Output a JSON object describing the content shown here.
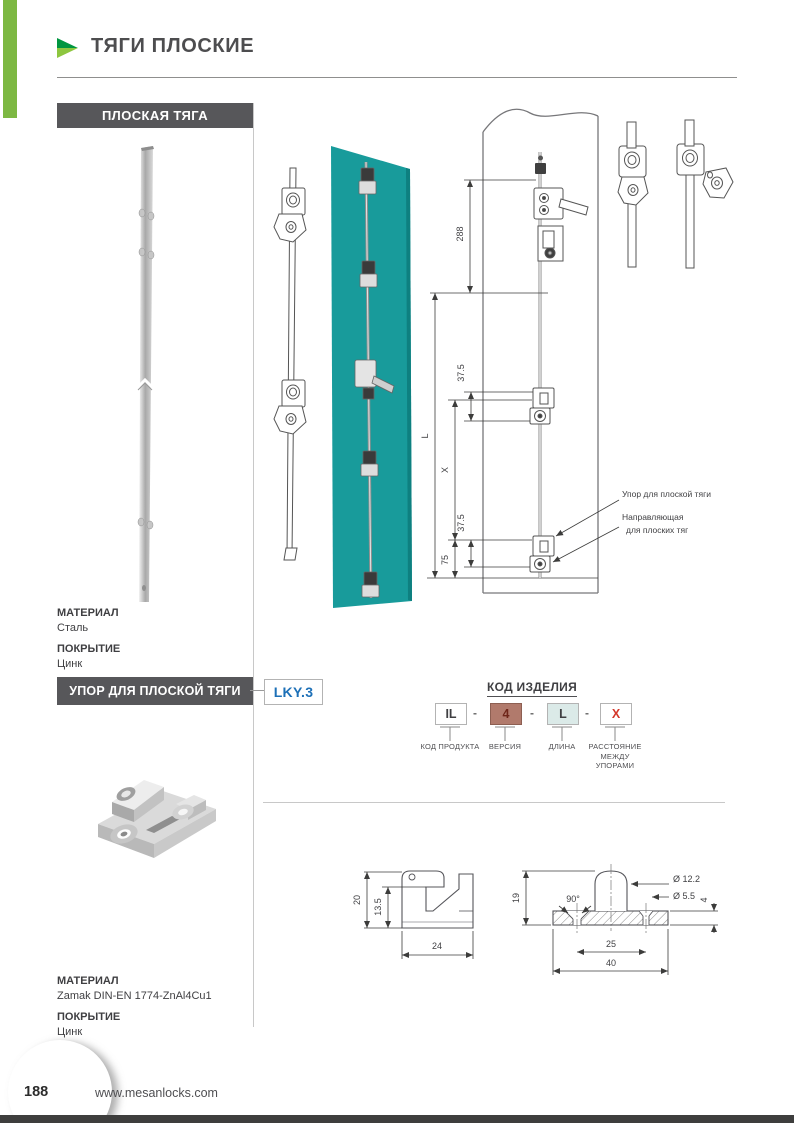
{
  "header": {
    "title": "ТЯГИ ПЛОСКИЕ"
  },
  "left_column": {
    "flat_rod": {
      "banner": "ПЛОСКАЯ ТЯГА",
      "material_label": "МАТЕРИАЛ",
      "material": "Сталь",
      "coating_label": "ПОКРЫТИЕ",
      "coating": "Цинк"
    },
    "stop": {
      "banner": "УПОР ДЛЯ ПЛОСКОЙ ТЯГИ",
      "code": "LKY.3",
      "material_label": "МАТЕРИАЛ",
      "material": "Zamak DIN-EN 1774-ZnAl4Cu1",
      "coating_label": "ПОКРЫТИЕ",
      "coating": "Цинк"
    }
  },
  "assembly_drawing": {
    "dim_288": "288",
    "dim_37_5_top": "37.5",
    "dim_L": "L",
    "dim_X": "X",
    "dim_37_5_bottom": "37.5",
    "dim_75": "75",
    "callout_stop": "Упор для плоской тяги",
    "callout_guide_line1": "Направляющая",
    "callout_guide_line2": "для плоских тяг"
  },
  "product_code": {
    "title": "КОД ИЗДЕЛИЯ",
    "separator": "-",
    "segments": [
      {
        "value": "IL",
        "label_lines": [
          "КОД ПРОДУКТА"
        ]
      },
      {
        "value": "4",
        "label_lines": [
          "ВЕРСИЯ"
        ]
      },
      {
        "value": "L",
        "label_lines": [
          "ДЛИНА"
        ]
      },
      {
        "value": "X",
        "label_lines": [
          "РАССТОЯНИЕ",
          "МЕЖДУ",
          "УПОРАМИ"
        ]
      }
    ]
  },
  "stop_drawings": {
    "side_view": {
      "dim_height": "20",
      "dim_inner_height": "13.5",
      "dim_width": "24"
    },
    "section_view": {
      "dim_height": "19",
      "dim_angle": "90°",
      "dim_outer_dia": "Ø 12.2",
      "dim_hole_dia": "Ø 5.5",
      "dim_thickness": "4",
      "dim_spacing": "25",
      "dim_width": "40"
    }
  },
  "footer": {
    "page_number": "188",
    "website": "www.mesanlocks.com"
  },
  "colors": {
    "accent_green": "#7db843",
    "arrow_dark_green": "#009640",
    "arrow_light_green": "#8dc63f",
    "banner_gray": "#57575a",
    "teal_panel": "#189b9b",
    "code_blue": "#1d70b7",
    "code_red": "#d4372a",
    "version_box_bg": "#b17a6c",
    "length_box_bg": "#dbeae8"
  }
}
